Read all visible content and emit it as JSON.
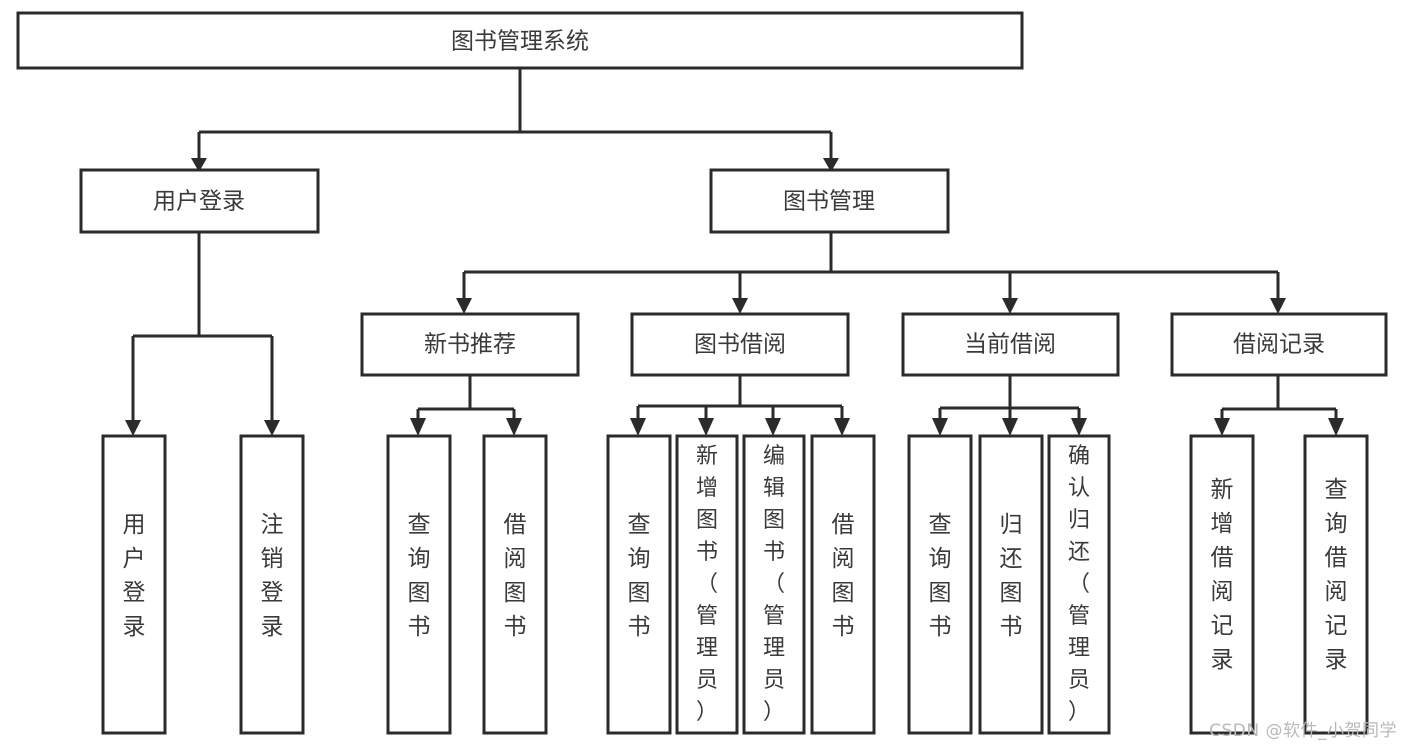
{
  "diagram": {
    "type": "tree-hierarchy",
    "title": "图书管理系统",
    "nodes": {
      "root": {
        "label": "图书管理系统"
      },
      "level2": [
        {
          "label": "用户登录"
        },
        {
          "label": "图书管理"
        }
      ],
      "level3": [
        {
          "label": "新书推荐"
        },
        {
          "label": "图书借阅"
        },
        {
          "label": "当前借阅"
        },
        {
          "label": "借阅记录"
        }
      ],
      "leaves": {
        "user_login": [
          {
            "label": "用户登录"
          },
          {
            "label": "注销登录"
          }
        ],
        "new_book_recommend": [
          {
            "label": "查询图书"
          },
          {
            "label": "借阅图书"
          }
        ],
        "book_borrow": [
          {
            "label": "查询图书"
          },
          {
            "label": "新增图书（管理员）"
          },
          {
            "label": "编辑图书（管理员）"
          },
          {
            "label": "借阅图书"
          }
        ],
        "current_borrow": [
          {
            "label": "查询图书"
          },
          {
            "label": "归还图书"
          },
          {
            "label": "确认归还（管理员）"
          }
        ],
        "borrow_record": [
          {
            "label": "新增借阅记录"
          },
          {
            "label": "查询借阅记录"
          }
        ]
      }
    },
    "colors": {
      "stroke": "#2b2b2b",
      "fill": "#ffffff",
      "text": "#3a3a3a",
      "watermark": "#b9b9b9"
    }
  },
  "watermark": {
    "text": "CSDN @软件_小贺同学"
  }
}
